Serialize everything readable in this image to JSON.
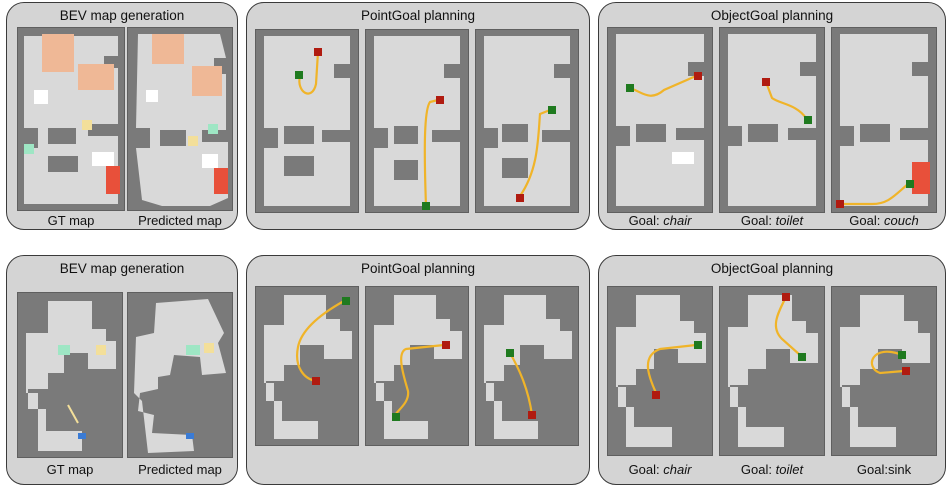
{
  "rows": [
    {
      "bev": {
        "title": "BEV map generation",
        "captions": [
          "GT map",
          "Predicted map"
        ]
      },
      "point": {
        "title": "PointGoal planning"
      },
      "object": {
        "title": "ObjectGoal planning",
        "goals": [
          {
            "prefix": "Goal: ",
            "name": "chair"
          },
          {
            "prefix": "Goal: ",
            "name": "toilet"
          },
          {
            "prefix": "Goal: ",
            "name": "couch"
          }
        ]
      }
    },
    {
      "bev": {
        "title": "BEV map generation",
        "captions": [
          "GT map",
          "Predicted map"
        ]
      },
      "point": {
        "title": "PointGoal planning"
      },
      "object": {
        "title": "ObjectGoal planning",
        "goals": [
          {
            "prefix": "Goal: ",
            "name": "chair"
          },
          {
            "prefix": "Goal: ",
            "name": "toilet"
          },
          {
            "prefix": "Goal:",
            "name": "sink"
          }
        ]
      }
    }
  ],
  "colors": {
    "panel": "#d4d4d4",
    "wall": "#7a7a7a",
    "floor": "#d9d9d9",
    "path": "#f0b429",
    "start": "#1f7a1f",
    "goal": "#b01b10",
    "couch": "#e8503a",
    "bed": "#efb896"
  }
}
